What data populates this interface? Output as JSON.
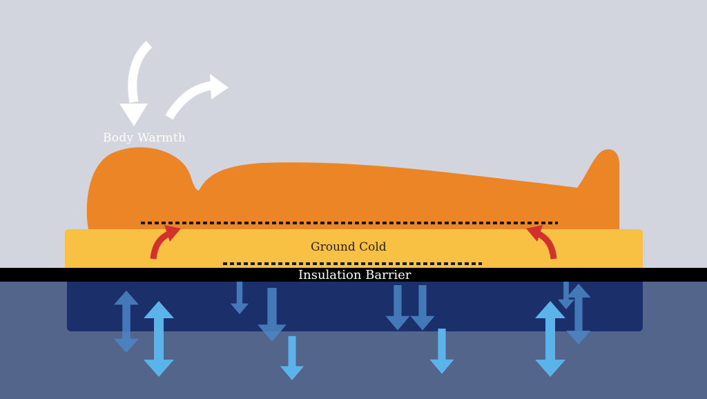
{
  "labels": {
    "body_warmth": "Body Warmth",
    "ground_cold": "Ground Cold",
    "insulation_barrier": "Insulation Barrier"
  },
  "colors": {
    "sky": "#d3d5de",
    "ground": "#53658a",
    "ground_block": "#1b2f6b",
    "person": "#ec8526",
    "pad": "#f8c143",
    "barrier": "#000000",
    "cold_arrow": "#5ab4ea",
    "warm_arrow": "#d3312c",
    "body_warmth_arrow": "#ffffff"
  }
}
